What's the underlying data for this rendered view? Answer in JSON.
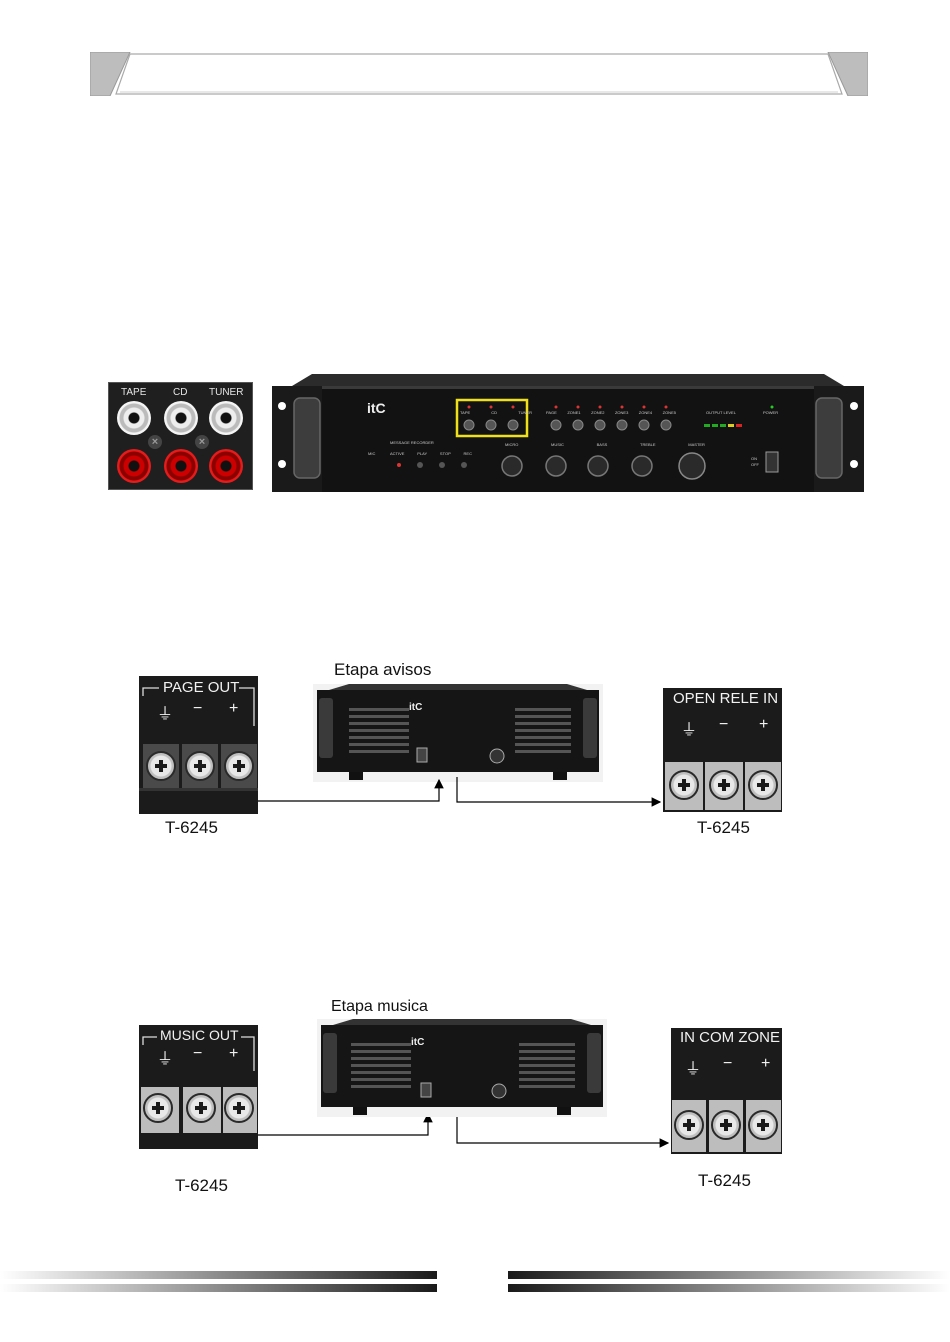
{
  "header": {
    "title": ""
  },
  "rca": {
    "labels": [
      "TAPE",
      "CD",
      "TUNER"
    ]
  },
  "mixer": {
    "brand": "itC",
    "input_select_labels": [
      "TAPE",
      "CD",
      "TUNER"
    ],
    "message_recorder_label": "MESSAGE RECORDER",
    "recorder_buttons": [
      "ACTIVE",
      "PLAY",
      "STOP",
      "REC"
    ],
    "mic_label": "MIC",
    "knob_labels": [
      "MICRO",
      "MUSIC",
      "BASS",
      "TREBLE",
      "MASTER"
    ],
    "zone_labels": [
      "PAGE",
      "ZONE1",
      "ZONE2",
      "ZONE3",
      "ZONE4",
      "ZONE5"
    ],
    "output_level_label": "OUTPUT LEVEL",
    "power_label": "POWER",
    "power_switch_labels": [
      "ON",
      "OFF"
    ],
    "highlight_color": "#f0e01a"
  },
  "diagram1": {
    "amp_caption": "Etapa avisos",
    "left_block": {
      "title": "PAGE OUT",
      "symbols": [
        "⏚",
        "−",
        "+"
      ],
      "model": "T-6245"
    },
    "right_block": {
      "title": "OPEN RELE IN",
      "symbols": [
        "⏚",
        "−",
        "+"
      ],
      "model": "T-6245"
    }
  },
  "diagram2": {
    "amp_caption": "Etapa musica",
    "left_block": {
      "title": "MUSIC OUT",
      "symbols": [
        "⏚",
        "−",
        "+"
      ],
      "model": "T-6245"
    },
    "right_block": {
      "title": "IN COM ZONE",
      "symbols": [
        "⏚",
        "−",
        "+"
      ],
      "model": "T-6245"
    }
  },
  "amp_brand": "itC"
}
